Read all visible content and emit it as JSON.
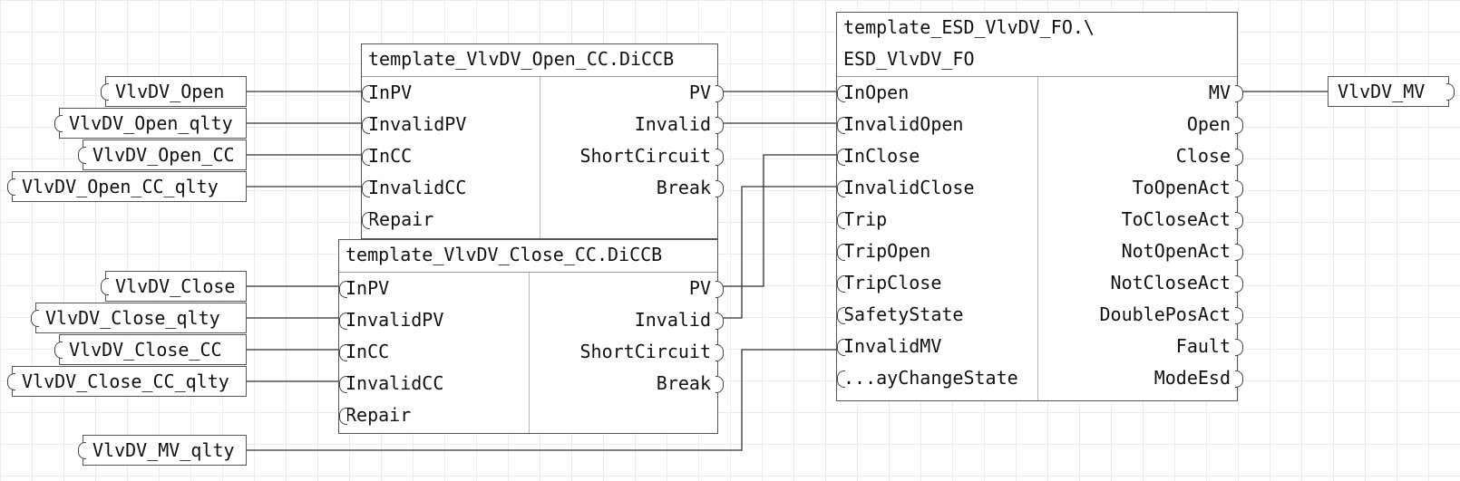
{
  "input_tags": [
    "VlvDV_Open",
    "VlvDV_Open_qlty",
    "VlvDV_Open_CC",
    "VlvDV_Open_CC_qlty",
    "VlvDV_Close",
    "VlvDV_Close_qlty",
    "VlvDV_Close_CC",
    "VlvDV_Close_CC_qlty",
    "VlvDV_MV_qlty"
  ],
  "output_tags": [
    "VlvDV_MV"
  ],
  "open_block": {
    "title": "template_VlvDV_Open_CC.DiCCB",
    "inputs": [
      "InPV",
      "InvalidPV",
      "InCC",
      "InvalidCC",
      "Repair"
    ],
    "outputs": [
      "PV",
      "Invalid",
      "ShortCircuit",
      "Break"
    ]
  },
  "close_block": {
    "title": "template_VlvDV_Close_CC.DiCCB",
    "inputs": [
      "InPV",
      "InvalidPV",
      "InCC",
      "InvalidCC",
      "Repair"
    ],
    "outputs": [
      "PV",
      "Invalid",
      "ShortCircuit",
      "Break"
    ]
  },
  "esd_block": {
    "title_line1": "template_ESD_VlvDV_FO.\\",
    "title_line2": "ESD_VlvDV_FO",
    "inputs": [
      "InOpen",
      "InvalidOpen",
      "InClose",
      "InvalidClose",
      "Trip",
      "TripOpen",
      "TripClose",
      "SafetyState",
      "InvalidMV",
      "...ayChangeState"
    ],
    "outputs": [
      "MV",
      "Open",
      "Close",
      "ToOpenAct",
      "ToCloseAct",
      "NotOpenAct",
      "NotCloseAct",
      "DoublePosAct",
      "Fault",
      "ModeEsd"
    ]
  }
}
